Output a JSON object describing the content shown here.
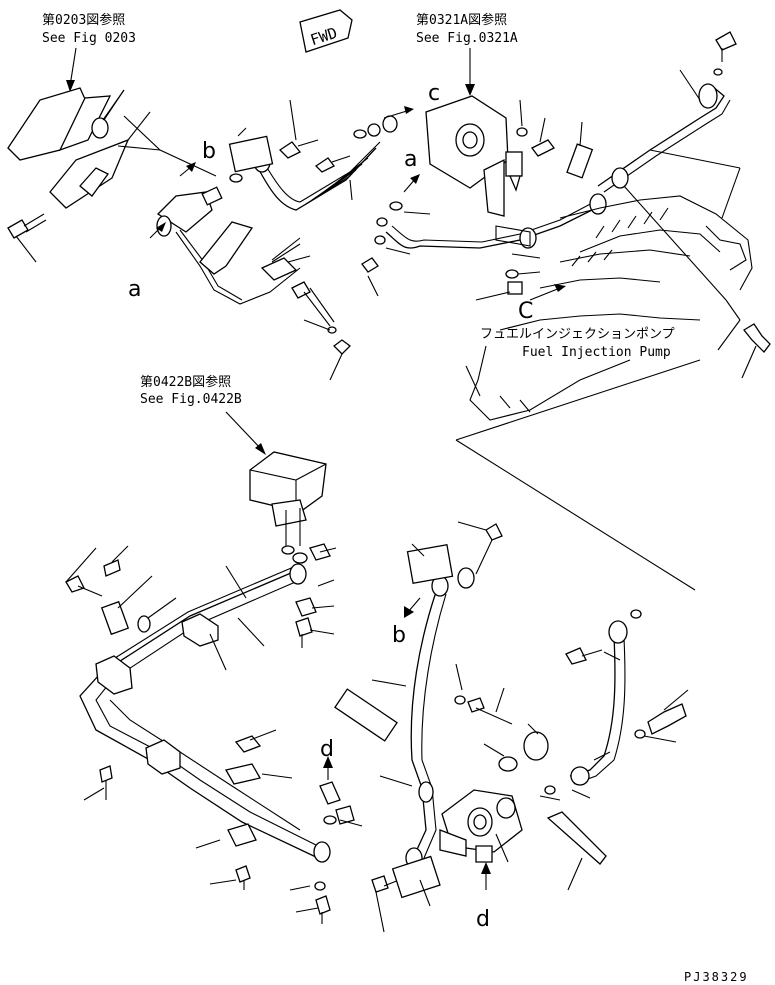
{
  "references": {
    "fig0203_jp": "第0203図参照",
    "fig0203_en": "See Fig 0203",
    "fig0321a_jp": "第0321A図参照",
    "fig0321a_en": "See Fig.0321A",
    "fig0422b_jp": "第0422B図参照",
    "fig0422b_en": "See Fig.0422B"
  },
  "fwd_label": "FWD",
  "fuel_pump": {
    "jp": "フュエルインジェクションポンプ",
    "en": "Fuel Injection Pump"
  },
  "connection_labels": {
    "a": "a",
    "b": "b",
    "c": "c",
    "C": "C",
    "d": "d"
  },
  "drawing_code": "PJ38329"
}
